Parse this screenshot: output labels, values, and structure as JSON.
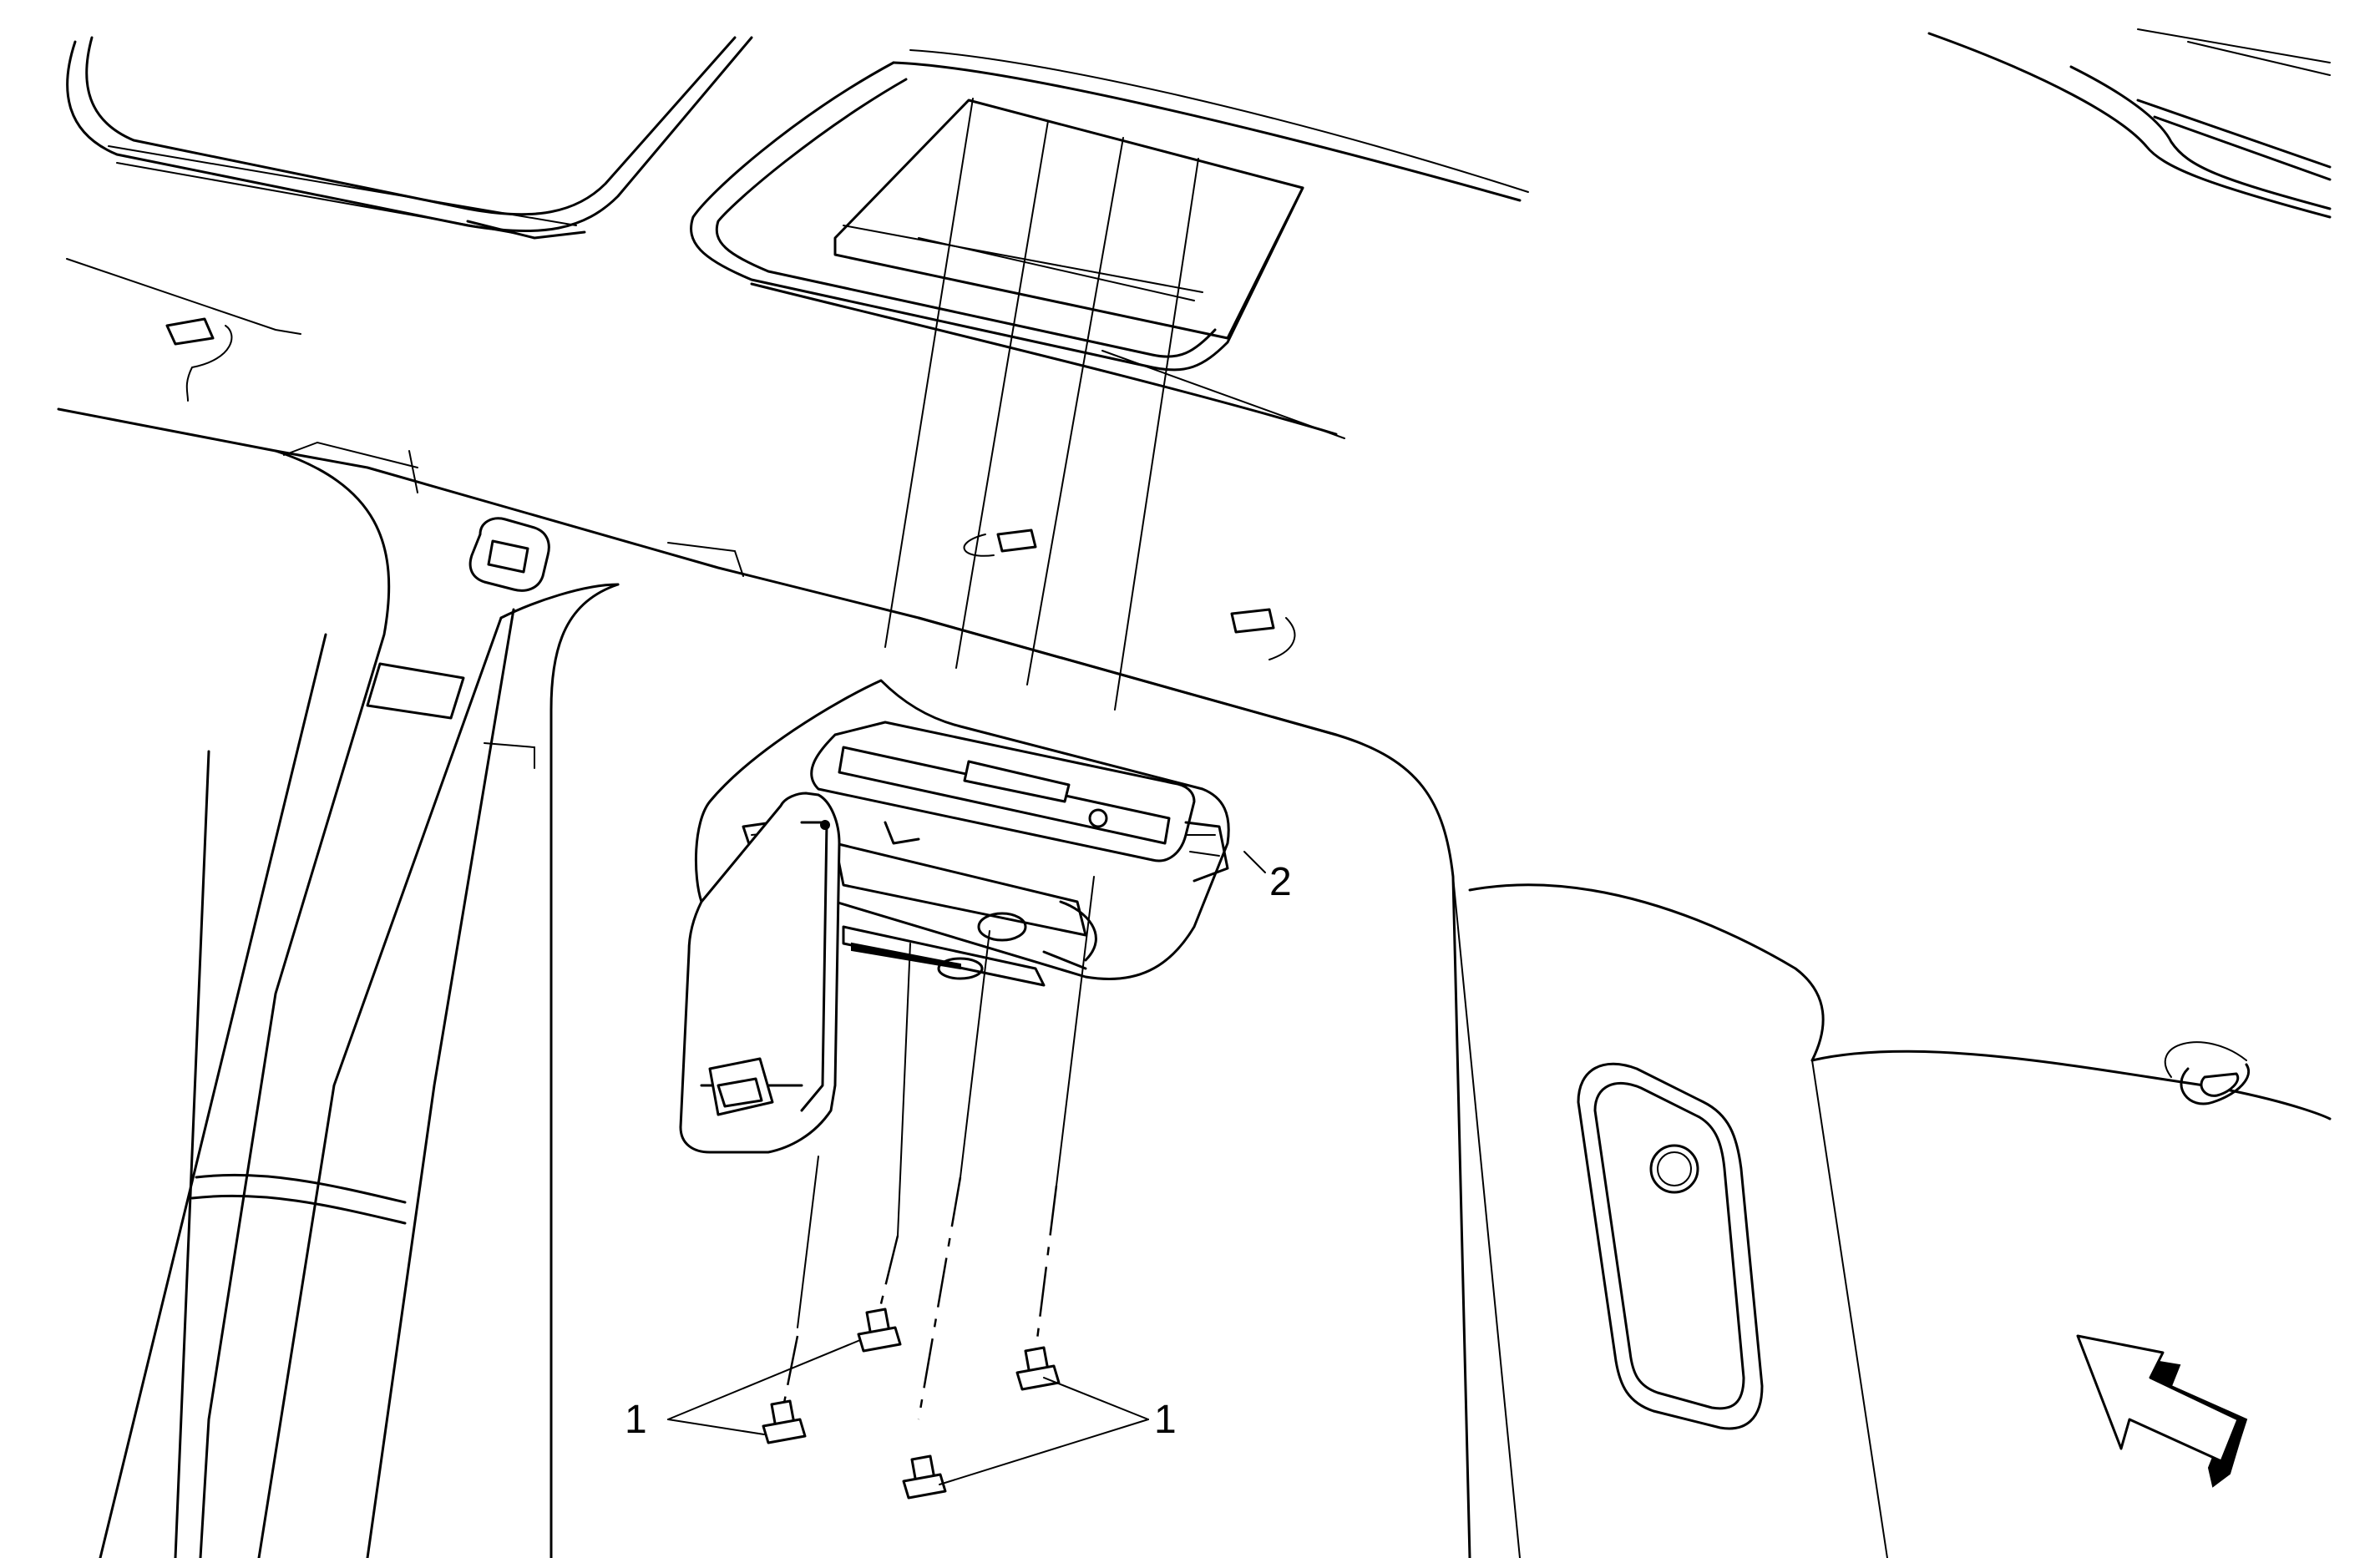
{
  "callouts": {
    "fastener_left": "1",
    "fastener_right": "1",
    "bracket": "2"
  },
  "colors": {
    "line": "#000000",
    "background": "#ffffff"
  },
  "icons": {
    "view_arrow": "front-direction-arrow-icon"
  }
}
